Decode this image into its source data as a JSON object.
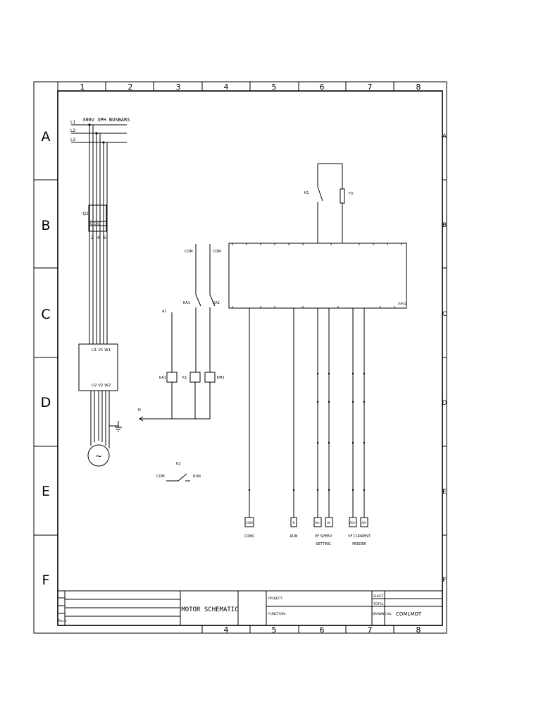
{
  "frame": {
    "columns_top": [
      "1",
      "2",
      "3",
      "4",
      "5",
      "6",
      "7",
      "8"
    ],
    "columns_bottom": [
      "4",
      "5",
      "6",
      "7",
      "8"
    ],
    "rows": [
      "A",
      "B",
      "C",
      "D",
      "E",
      "F"
    ]
  },
  "power": {
    "supply_label": "380V 3PH BUSBARS",
    "lines": [
      "L1",
      "L2",
      "L3"
    ],
    "breaker_label": "-Q1",
    "breaker_terminals": [
      "2",
      "4",
      "6"
    ],
    "vfd_inputs": "U1 V1 W1",
    "vfd_outputs": "U2 V2 W2",
    "motor_symbol": "~"
  },
  "control": {
    "com_a": "COM",
    "com_b": "COM",
    "contact_ka1": "KA1",
    "contact_ka2": "KA2",
    "contact_a1": "A1",
    "coil_ka1": "KA1",
    "coil_k1": "K1",
    "coil_km1": "KM1",
    "neutral": "N",
    "k1_contact": "K1",
    "fuse": "FU",
    "controller_tag": "XAO2",
    "k2_label": "K2",
    "k2_com": "COM",
    "k2_run": "RUN"
  },
  "terminals": {
    "boxes": [
      "COM",
      "R",
      "AI+",
      "AI-",
      "AO+",
      "AO-"
    ],
    "captions": {
      "com": "COMC",
      "run": "RUN",
      "speed_1": "VF SPEED",
      "speed_2": "SETTING",
      "current_1": "VF CURRENT",
      "current_2": "FEEDER"
    }
  },
  "title_block": {
    "title": "MOTOR SCHEMATIC",
    "project_label": "PROJECT:",
    "function_label": "FUNCTION:",
    "sheet_label": "SHEET",
    "total_label": "TOTAL",
    "drawing_label": "DRAWING No.",
    "drawing_no": "COMLMOT",
    "rev_label": "Rev.D"
  }
}
